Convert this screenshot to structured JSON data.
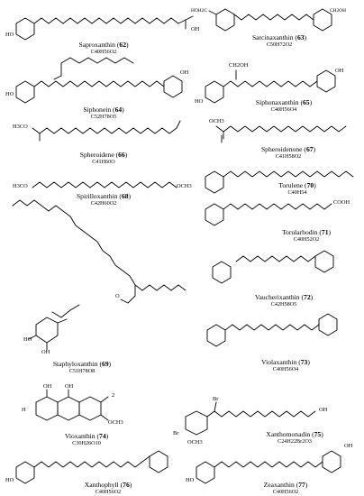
{
  "figure": {
    "colors": {
      "ink": "#000000",
      "background": "#ffffff"
    },
    "compounds": [
      {
        "key": "c62",
        "name": "Saproxanthin",
        "number": "62",
        "formula": "C40H56O2"
      },
      {
        "key": "c63",
        "name": "Sarcinaxanthin",
        "number": "63",
        "formula": "C50H72O2"
      },
      {
        "key": "c64",
        "name": "Siphonein",
        "number": "64",
        "formula": "C52H78O5"
      },
      {
        "key": "c65",
        "name": "Siphonaxanthin",
        "number": "65",
        "formula": "C40H56O4"
      },
      {
        "key": "c66",
        "name": "Spheroidene",
        "number": "66",
        "formula": "C41H60O"
      },
      {
        "key": "c67",
        "name": "Spheroidenone",
        "number": "67",
        "formula": "C41H58O2"
      },
      {
        "key": "c68",
        "name": "Spirilloxanthin",
        "number": "68",
        "formula": "C42H60O2"
      },
      {
        "key": "c70",
        "name": "Torulene",
        "number": "70",
        "formula": "C40H54"
      },
      {
        "key": "c71",
        "name": "Torularhodin",
        "number": "71",
        "formula": "C40H52O2"
      },
      {
        "key": "c69",
        "name": "Staphyloxanthin",
        "number": "69",
        "formula": "C51H78O8"
      },
      {
        "key": "c72",
        "name": "Vaucherixanthin",
        "number": "72",
        "formula": "C42H58O5"
      },
      {
        "key": "c73",
        "name": "Violaxanthin",
        "number": "73",
        "formula": "C40H56O4"
      },
      {
        "key": "c74",
        "name": "Vioxanthin",
        "number": "74",
        "formula": "C30H26O10"
      },
      {
        "key": "c75",
        "name": "Xanthomonadin",
        "number": "75",
        "formula": "C24H22Br2O3"
      },
      {
        "key": "c76",
        "name": "Xanthophyll",
        "number": "76",
        "formula": "C40H56O2"
      },
      {
        "key": "c77",
        "name": "Zeaxanthin",
        "number": "77",
        "formula": "C40H56O2"
      }
    ],
    "atom_labels": {
      "ho": "HO",
      "oh": "OH",
      "oh2": "OH",
      "ch2oh": "CH2OH",
      "hoh2c": "HOH2C",
      "ch2oh_end": "CH2OH",
      "h3co": "H3CO",
      "och3": "OCH3",
      "ome2": "OCH3",
      "och3_b": "OCH3",
      "cooh": "COOH",
      "o": "O",
      "h": "H",
      "ch3": "CH3",
      "two": "2",
      "br": "Br",
      "o_ring": "O"
    }
  }
}
